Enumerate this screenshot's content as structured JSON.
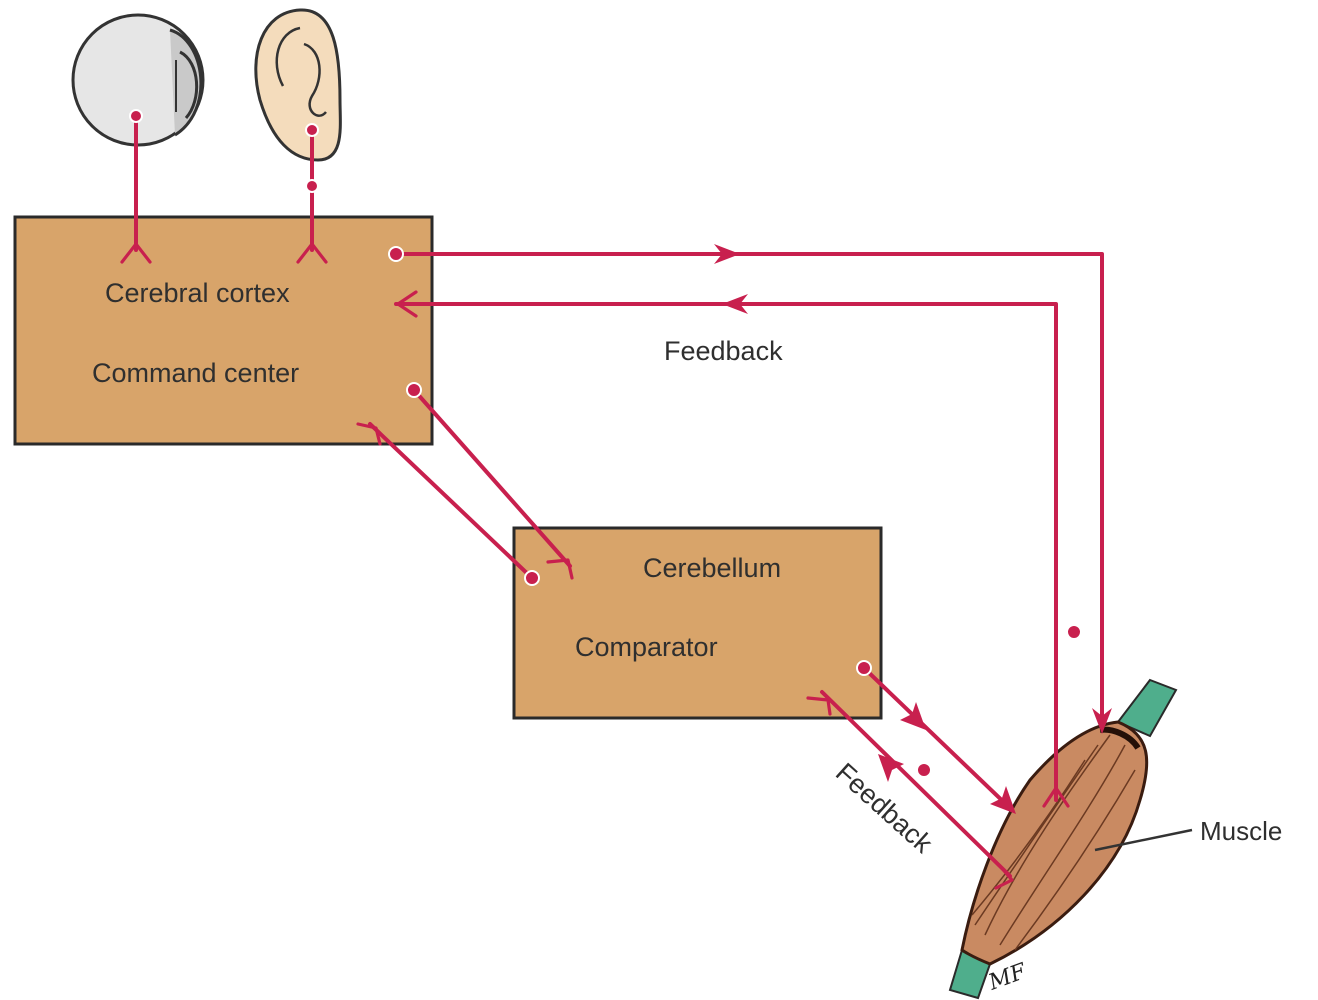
{
  "colors": {
    "box_fill": "#d8a46a",
    "box_stroke": "#2a2a2a",
    "nerve": "#c8204e",
    "muscle_fill": "#c98a62",
    "muscle_stroke": "#3a1c10",
    "tendon": "#4fae8c",
    "text": "#2f2f2f"
  },
  "cortex": {
    "title": "Cerebral cortex",
    "subtitle": "Command center"
  },
  "cerebellum": {
    "title": "Cerebellum",
    "subtitle": "Comparator"
  },
  "feedback_top": "Feedback",
  "feedback_bottom": "Feedback",
  "muscle_label": "Muscle",
  "signature": "MF",
  "icons": [
    "eye-icon",
    "ear-icon",
    "muscle-illustration"
  ]
}
